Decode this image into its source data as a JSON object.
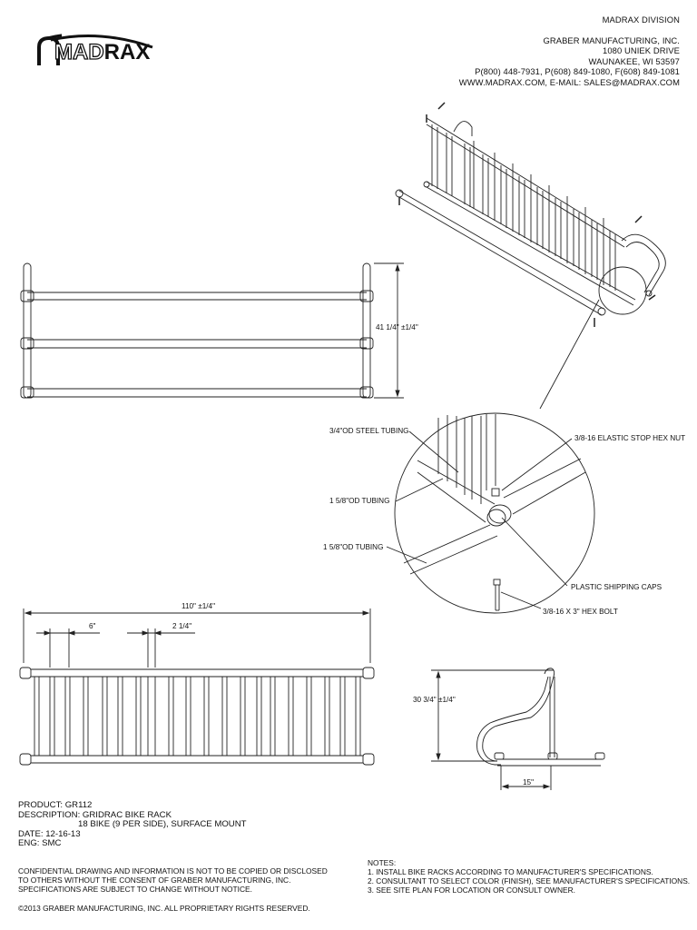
{
  "header": {
    "division": "MADRAX DIVISION",
    "company": "GRABER MANUFACTURING, INC.",
    "address": "1080 UNIEK DRIVE",
    "city": "WAUNAKEE, WI 53597",
    "phones": "P(800) 448-7931, P(608) 849-1080, F(608) 849-1081",
    "web": "WWW.MADRAX.COM, E-MAIL: SALES@MADRAX.COM"
  },
  "logo": {
    "part1": "MAD",
    "part2": "RAX"
  },
  "dimensions": {
    "height": "41 1/4\" ±1/4\"",
    "length": "110\" ±1/4\"",
    "spacing": "6\"",
    "gap": "2 1/4\"",
    "side_height": "30 3/4\" ±1/4\"",
    "depth": "15\""
  },
  "callouts": {
    "steel_tubing": "3/4\"OD STEEL TUBING",
    "tubing_1": "1 5/8\"OD TUBING",
    "tubing_2": "1 5/8\"OD TUBING",
    "hex_nut": "3/8-16 ELASTIC STOP HEX NUT",
    "caps": "PLASTIC SHIPPING CAPS",
    "hex_bolt": "3/8-16 X 3\" HEX BOLT"
  },
  "product": {
    "product": "PRODUCT: GR112",
    "description": "DESCRIPTION: GRIDRAC BIKE RACK",
    "description2": "18 BIKE (9 PER SIDE), SURFACE MOUNT",
    "date": "DATE: 12-16-13",
    "eng": "ENG: SMC"
  },
  "confidential": {
    "line1": "CONFIDENTIAL DRAWING AND INFORMATION IS NOT TO BE COPIED OR DISCLOSED",
    "line2": "TO OTHERS WITHOUT THE CONSENT OF GRABER MANUFACTURING, INC.",
    "line3": "SPECIFICATIONS ARE SUBJECT TO CHANGE WITHOUT NOTICE."
  },
  "copyright": "©2013 GRABER MANUFACTURING, INC. ALL PROPRIETARY RIGHTS RESERVED.",
  "notes": {
    "title": "NOTES:",
    "items": [
      "1.   INSTALL BIKE RACKS ACCORDING TO MANUFACTURER'S SPECIFICATIONS.",
      "2.   CONSULTANT TO SELECT COLOR (FINISH), SEE MANUFACTURER'S SPECIFICATIONS.",
      "3.   SEE SITE PLAN FOR LOCATION OR CONSULT OWNER."
    ]
  }
}
